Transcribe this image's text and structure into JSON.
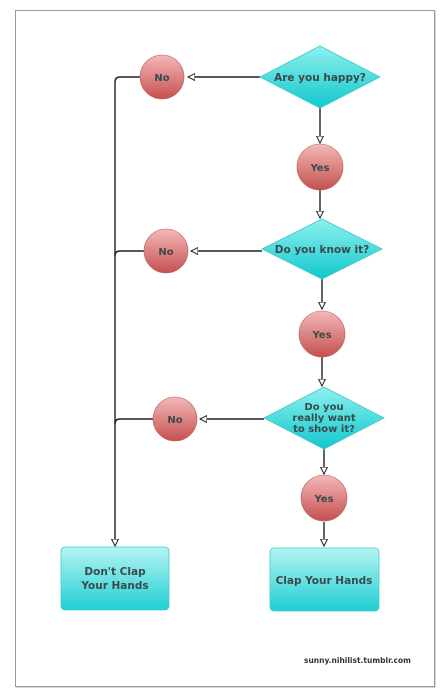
{
  "diagram": {
    "questions": [
      {
        "lines": [
          "Are you happy?"
        ]
      },
      {
        "lines": [
          "Do you know it?"
        ]
      },
      {
        "lines": [
          "Do you",
          "really want",
          "to show it?"
        ]
      }
    ],
    "no_label": "No",
    "yes_label": "Yes",
    "outcomes": {
      "negative": [
        "Don't Clap",
        "Your Hands"
      ],
      "positive": [
        "Clap Your Hands"
      ]
    },
    "colors": {
      "diamond_top": "#8ef0f0",
      "diamond_bottom": "#12c8cc",
      "circle_top": "#f0b0b0",
      "circle_bottom": "#c95555",
      "box_top": "#b6f4f4",
      "box_bottom": "#20cfd2",
      "line": "#222222"
    }
  },
  "credit": "sunny.nihilist.tumblr.com"
}
